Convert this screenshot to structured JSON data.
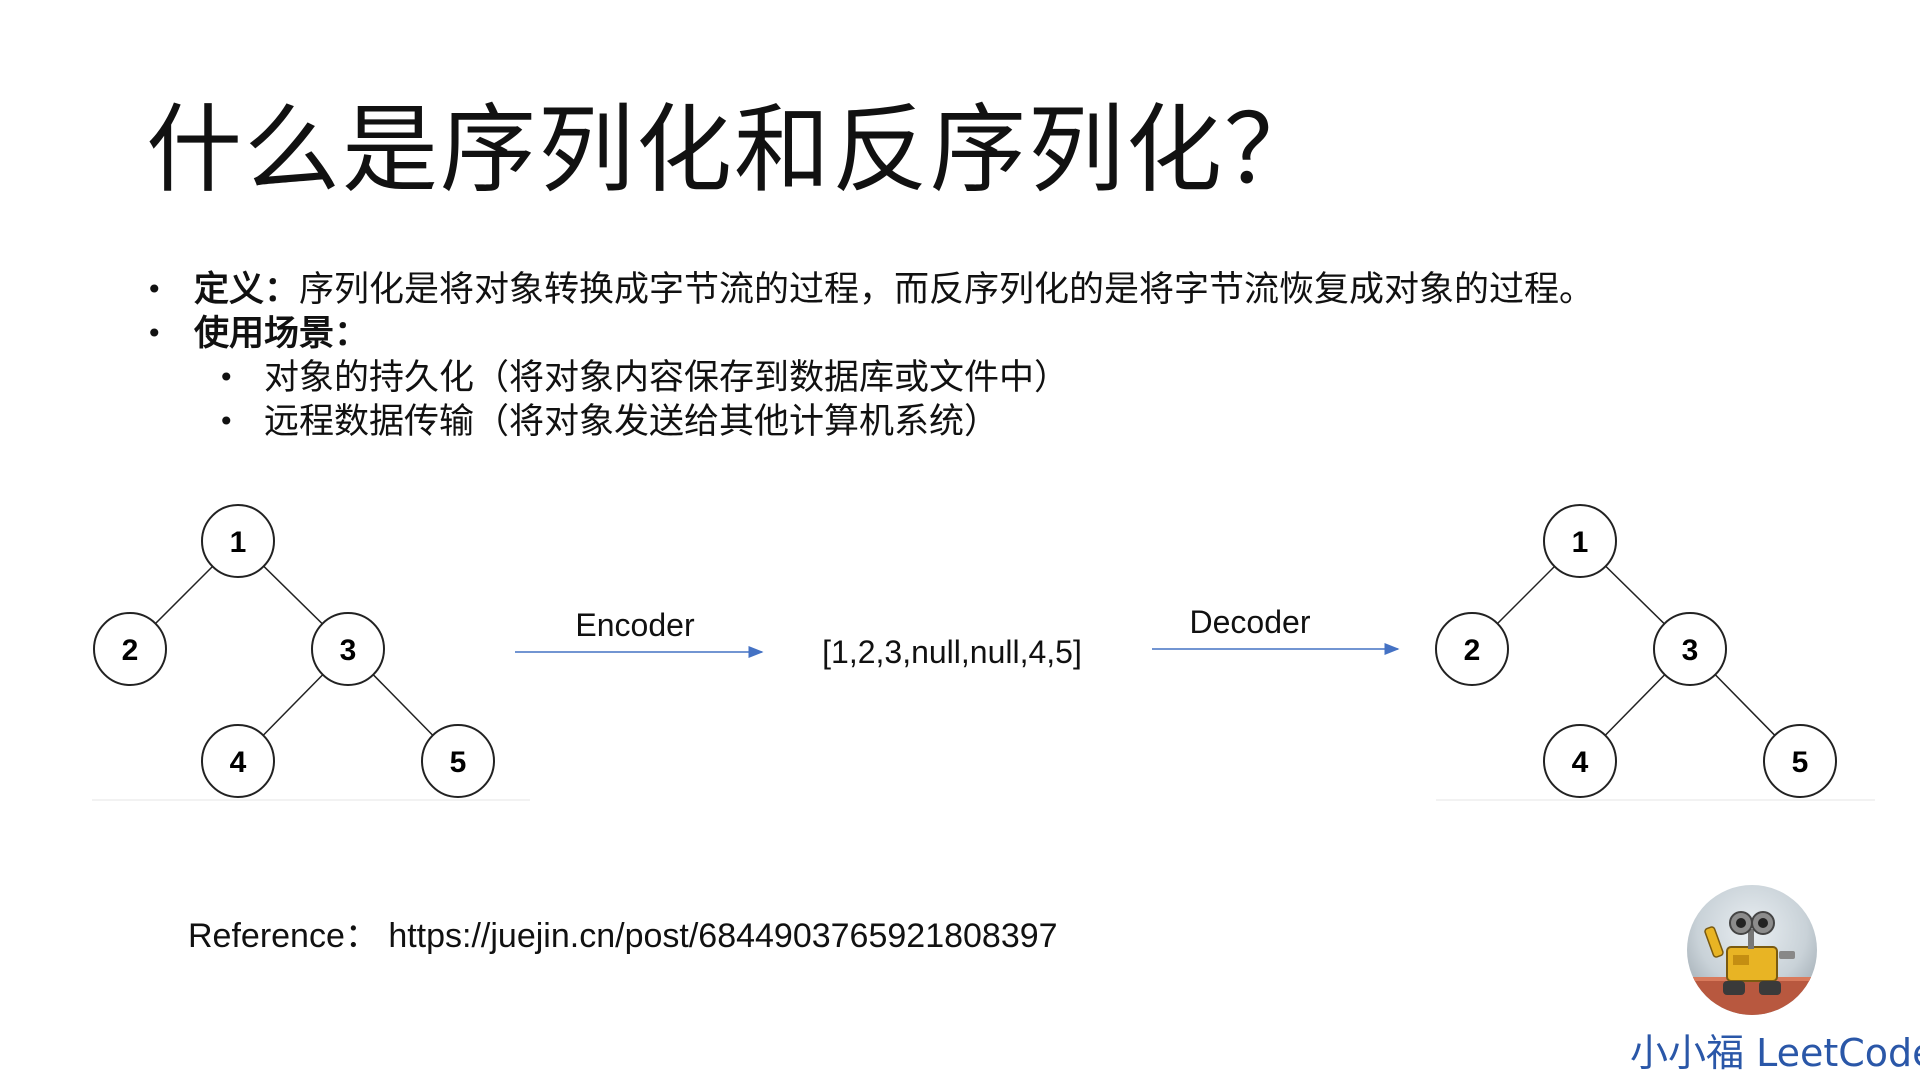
{
  "slide": {
    "title": "什么是序列化和反序列化？"
  },
  "bullets": [
    {
      "label": "定义：",
      "text": "序列化是将对象转换成字节流的过程，而反序列化的是将字节流恢复成对象的过程。"
    },
    {
      "label": "使用场景：",
      "text": ""
    }
  ],
  "sub_bullets": [
    {
      "text": "对象的持久化（将对象内容保存到数据库或文件中）"
    },
    {
      "text": "远程数据传输（将对象发送给其他计算机系统）"
    }
  ],
  "bullet_marker": "•",
  "diagram": {
    "left_tree": {
      "nodes": [
        "1",
        "2",
        "3",
        "4",
        "5"
      ],
      "edges": [
        [
          "1",
          "2"
        ],
        [
          "1",
          "3"
        ],
        [
          "3",
          "4"
        ],
        [
          "3",
          "5"
        ]
      ]
    },
    "right_tree": {
      "nodes": [
        "1",
        "2",
        "3",
        "4",
        "5"
      ],
      "edges": [
        [
          "1",
          "2"
        ],
        [
          "1",
          "3"
        ],
        [
          "3",
          "4"
        ],
        [
          "3",
          "5"
        ]
      ]
    },
    "encoder_label": "Encoder",
    "serialized": "[1,2,3,null,null,4,5]",
    "decoder_label": "Decoder",
    "arrow_color": "#4472c4"
  },
  "reference": {
    "label": "Reference：",
    "url": "https://juejin.cn/post/6844903765921808397"
  },
  "brand": {
    "text": "小小福 LeetCode",
    "color": "#2a57a8"
  }
}
